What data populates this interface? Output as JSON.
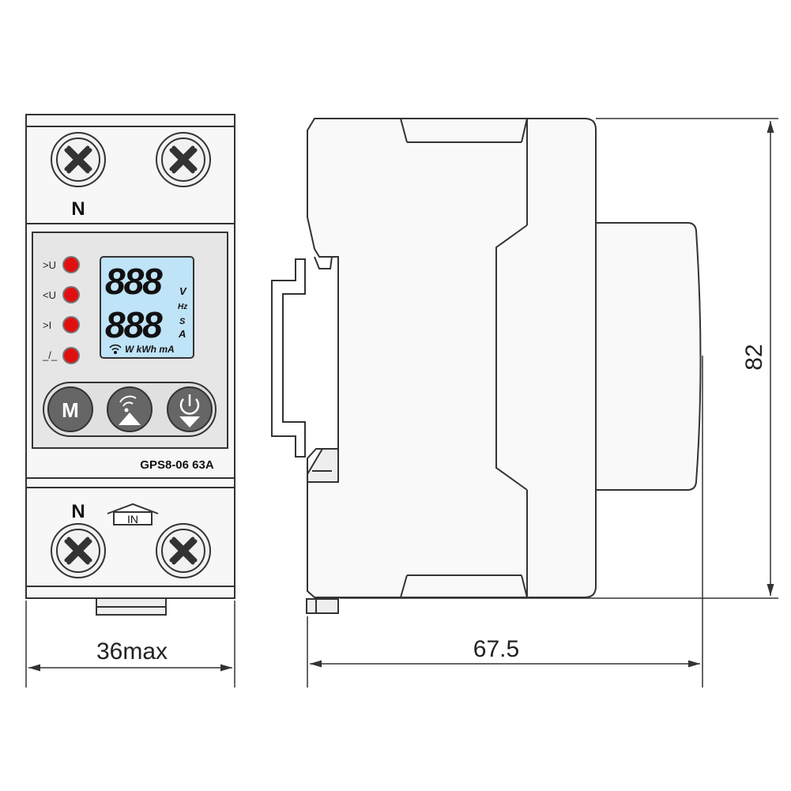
{
  "front_view": {
    "top_terminal_label": "N",
    "bottom_terminal_label": "N",
    "in_label": "IN",
    "model_label": "GPS8-06 63A",
    "indicators": [
      {
        "label": ">U",
        "color": "#e01010"
      },
      {
        "label": "<U",
        "color": "#e01010"
      },
      {
        "label": ">I",
        "color": "#e01010"
      },
      {
        "label": "_/_",
        "color": "#e01010"
      }
    ],
    "lcd": {
      "row1_digits": "888",
      "row2_digits": "888",
      "unit_v": "V",
      "unit_hz": "Hz",
      "unit_s": "S",
      "unit_a": "A",
      "bottom_units": "W kWh mA",
      "color": "#bfe3f7"
    },
    "buttons": [
      {
        "label": "M",
        "icon": "m-button-icon"
      },
      {
        "label": "",
        "icon": "signal-up-icon"
      },
      {
        "label": "",
        "icon": "power-down-icon"
      }
    ]
  },
  "dimensions": {
    "width_label": "36max",
    "depth_label": "67.5",
    "height_label": "82"
  }
}
